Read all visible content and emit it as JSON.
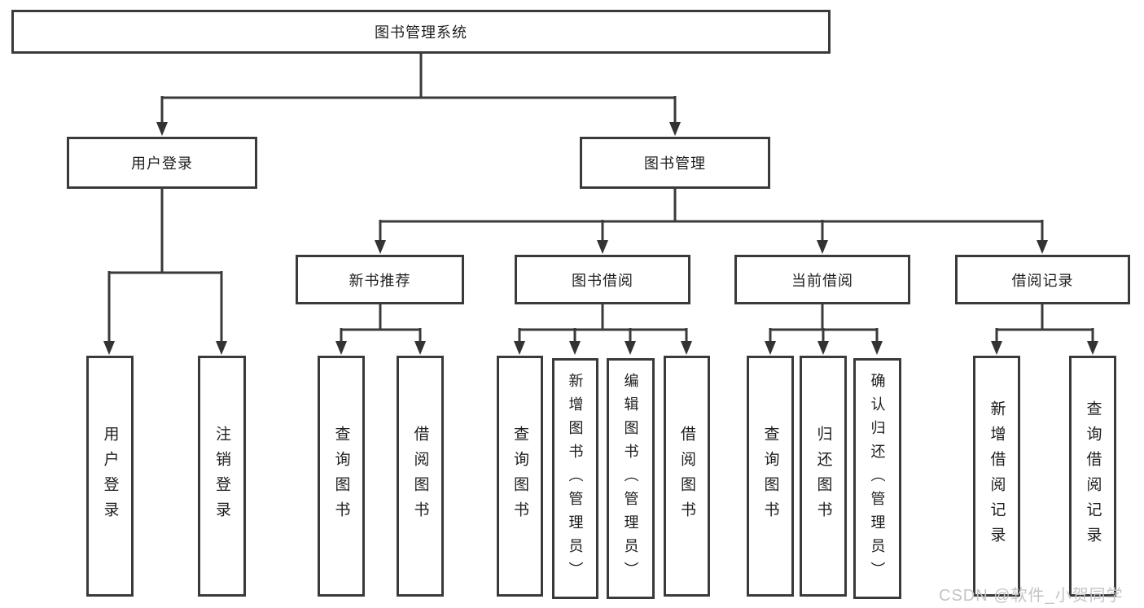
{
  "diagram": {
    "tree": {
      "label": "图书管理系统",
      "children": [
        {
          "label": "用户登录",
          "children": [
            {
              "label": "用户登录"
            },
            {
              "label": "注销登录"
            }
          ]
        },
        {
          "label": "图书管理",
          "children": [
            {
              "label": "新书推荐",
              "children": [
                {
                  "label": "查询图书"
                },
                {
                  "label": "借阅图书"
                }
              ]
            },
            {
              "label": "图书借阅",
              "children": [
                {
                  "label": "查询图书"
                },
                {
                  "label": "新增图书（管理员）"
                },
                {
                  "label": "编辑图书（管理员）"
                },
                {
                  "label": "借阅图书"
                }
              ]
            },
            {
              "label": "当前借阅",
              "children": [
                {
                  "label": "查询图书"
                },
                {
                  "label": "归还图书"
                },
                {
                  "label": "确认归还（管理员）"
                }
              ]
            },
            {
              "label": "借阅记录",
              "children": [
                {
                  "label": "新增借阅记录"
                },
                {
                  "label": "查询借阅记录"
                }
              ]
            }
          ]
        }
      ]
    },
    "colors": {
      "line": "#3a3a3a",
      "text": "#1e1e1e",
      "watermark": "#c3c3c9",
      "background": "#ffffff"
    },
    "watermark": "CSDN @软件_小贺同学"
  }
}
